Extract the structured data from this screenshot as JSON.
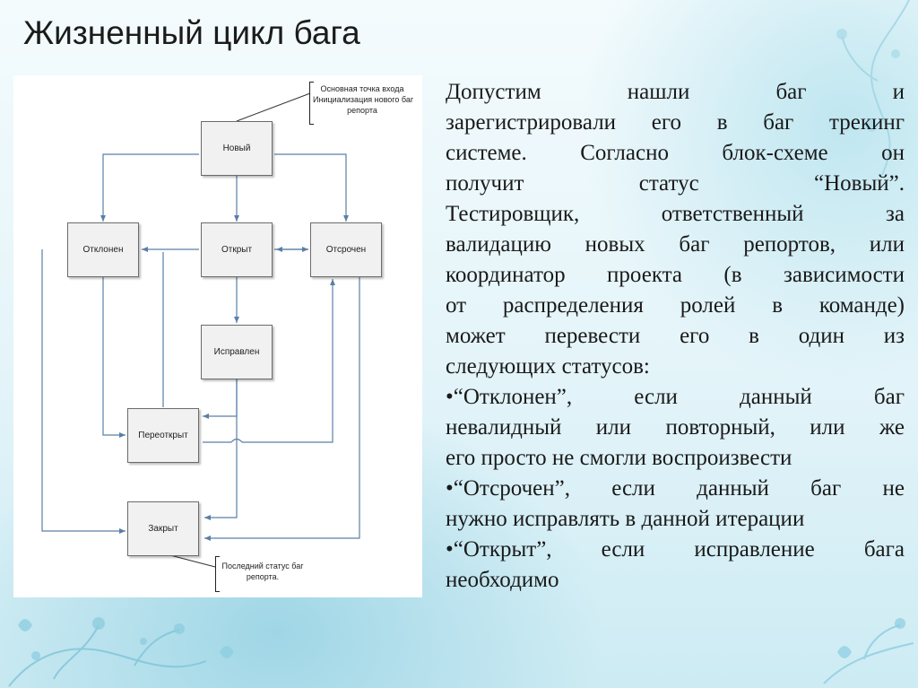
{
  "slide": {
    "title": "Жизненный цикл бага"
  },
  "diagram": {
    "nodes": {
      "new": "Новый",
      "rejected": "Отклонен",
      "open": "Открыт",
      "deferred": "Отсрочен",
      "fixed": "Исправлен",
      "reopened": "Переоткрыт",
      "closed": "Закрыт"
    },
    "note_top": [
      "Основная точка входа",
      "Инициализация нового баг",
      "репорта"
    ],
    "note_bottom": [
      "Последний статус баг",
      "репорта."
    ]
  },
  "text": {
    "lines": [
      "Допустим нашли баг и",
      "зарегистрировали его в баг трекинг",
      "системе. Согласно блок-схеме он",
      "получит статус “Новый”.",
      "Тестировщик, ответственный за",
      "валидацию новых баг репортов, или",
      "координатор проекта (в зависимости",
      "от распределения ролей в команде)",
      "может перевести его в один из",
      "следующих статусов:",
      "•“Отклонен”, если данный баг",
      "невалидный или повторный, или же",
      "его просто не смогли воспроизвести",
      "•“Отсрочен”, если данный баг не",
      "нужно исправлять в данной итерации",
      "•“Открыт”, если исправление бага",
      "необходимо"
    ]
  }
}
